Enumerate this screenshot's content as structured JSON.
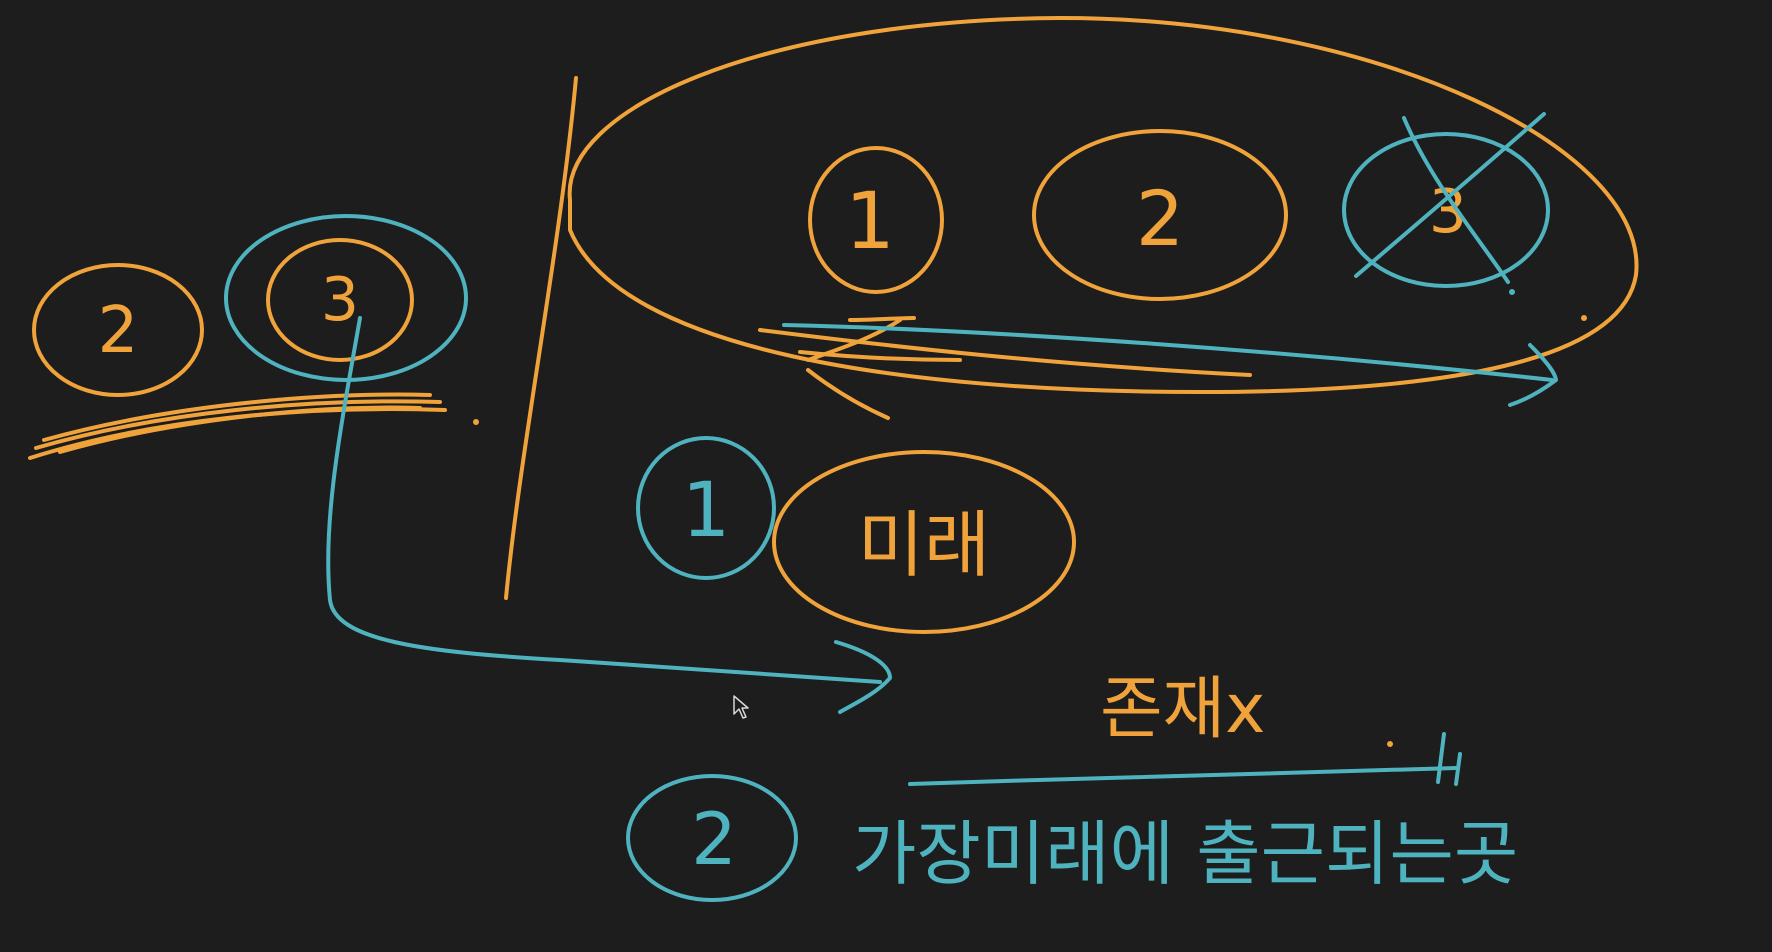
{
  "colors": {
    "background": "#1d1d1d",
    "orange": "#f0a33a",
    "teal": "#4fb3bf"
  },
  "left_group": {
    "node_2": "2",
    "node_3": "3"
  },
  "ellipse_group": {
    "node_1": "1",
    "node_2": "2",
    "node_3": "3"
  },
  "lower": {
    "item_1_number": "1",
    "item_1_word": "미래",
    "note": "존재x",
    "item_2_number": "2",
    "item_2_text": "가장미래에 출근되는곳"
  }
}
